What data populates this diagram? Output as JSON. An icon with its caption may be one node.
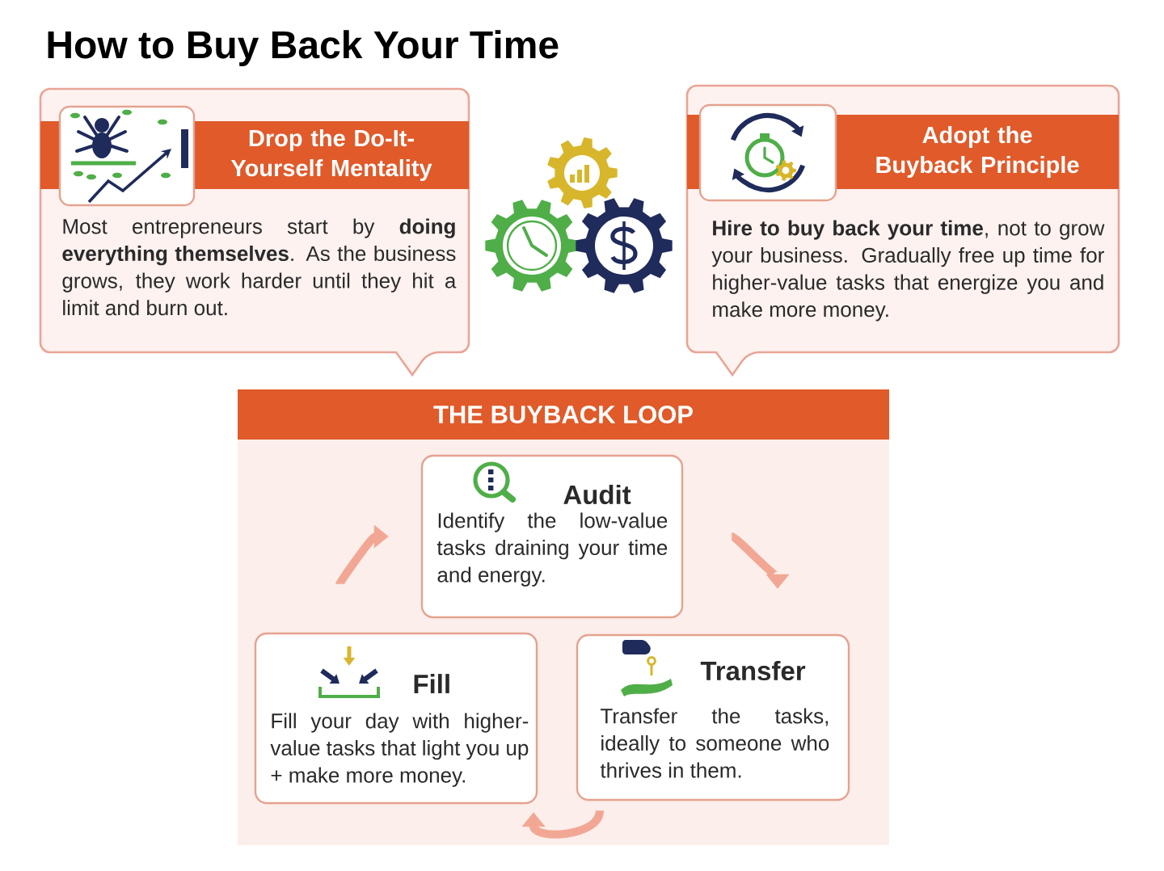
{
  "diagram": {
    "title": "How to Buy Back Your Time",
    "nodes": [
      {
        "text": [
          "Drop the Do-It-Yourself Mentality",
          "Most entrepreneurs start by **doing everything themselves**. As the business grows, they work harder until they hit a limit and burn out."
        ]
      },
      {
        "text": [
          "Adopt the Buyback Principle",
          "**Hire to buy back your time**, not to grow your business. Gradually free up time for higher-value tasks that energize you and make more money."
        ]
      },
      {
        "text": [
          "THE BUYBACK LOOP"
        ]
      },
      {
        "text": [
          "Audit",
          "Identify the low-value tasks draining your time and energy."
        ],
        "in": 2
      },
      {
        "text": [
          "Fill",
          "Fill your day with higher-value tasks that light you up + make more money."
        ],
        "in": 2
      },
      {
        "text": [
          "Transfer",
          "Transfer the tasks, ideally to someone who thrives in them."
        ],
        "in": 2
      }
    ],
    "edges": [
      {
        "from": 3,
        "to": 5,
        "arrow": "to"
      },
      {
        "from": 5,
        "to": 4,
        "arrow": "to"
      },
      {
        "from": 4,
        "to": 3,
        "arrow": "to"
      }
    ]
  }
}
